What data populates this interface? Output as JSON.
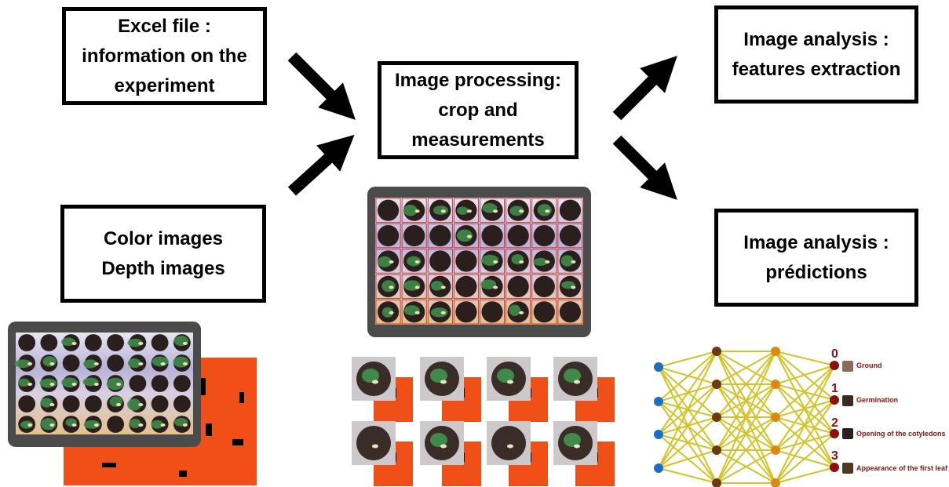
{
  "boxes": {
    "excel": {
      "line1": "Excel file :",
      "line2": "information on the",
      "line3": "experiment"
    },
    "color_depth": {
      "line1": "Color images",
      "line2": "Depth images"
    },
    "processing": {
      "line1": "Image processing:",
      "line2": "crop and",
      "line3": "measurements"
    },
    "features": {
      "line1": "Image analysis :",
      "line2": "features extraction"
    },
    "predictions": {
      "line1": "Image analysis :",
      "line2": "prédictions"
    }
  },
  "network": {
    "classes": [
      {
        "index": "0",
        "label": "Ground",
        "icon": "ground-icon"
      },
      {
        "index": "1",
        "label": "Germination",
        "icon": "germination-icon"
      },
      {
        "index": "2",
        "label": "Opening of the cotyledons",
        "icon": "cotyledon-icon"
      },
      {
        "index": "3",
        "label": "Appearance of the first leaf",
        "icon": "first-leaf-icon"
      }
    ]
  },
  "colors": {
    "input_node": "#1a6fc4",
    "hidden1_node": "#6b3a10",
    "hidden2_node": "#d98a14",
    "output_node": "#8b1010",
    "edge": "#d4c326",
    "depth_map": "#f05018",
    "tray_frame": "#4b4b4b",
    "well": "#2a1f1c",
    "leaf": "#3f8a4a",
    "grid_red": "#c81c1c"
  }
}
